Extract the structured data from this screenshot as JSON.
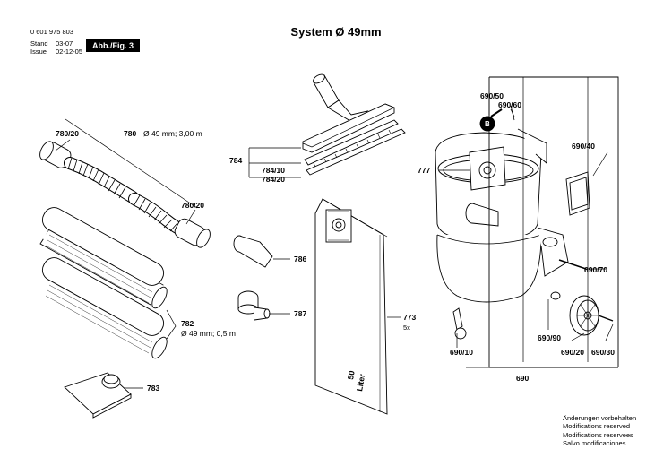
{
  "header": {
    "doc_number": "0 601 975 803",
    "stand_label": "Stand",
    "issue_label": "Issue",
    "stand_mark": "03-07",
    "date": "02-12-05",
    "figure": "Abb./Fig. 3"
  },
  "title": "System Ø 49mm",
  "parts": {
    "p780_20a": "780/20",
    "p780": "780",
    "p780_desc": "Ø 49 mm; 3,00 m",
    "p780_20b": "780/20",
    "p784": "784",
    "p784_10": "784/10",
    "p784_20": "784/20",
    "p786": "786",
    "p787": "787",
    "p782": "782",
    "p782_desc": "Ø 49 mm; 0,5 m",
    "p783": "783",
    "p773": "773",
    "p773_qty": "5x",
    "bag_text_1": "50",
    "bag_text_2": "Liter",
    "p777": "777",
    "pB": "B",
    "p690_50": "690/50",
    "p690_60": "690/60",
    "p690_40": "690/40",
    "p690_70": "690/70",
    "p690_90": "690/90",
    "p690_20": "690/20",
    "p690_30": "690/30",
    "p690_10": "690/10",
    "p690": "690"
  },
  "notes": [
    "Änderungen vorbehalten",
    "Modifications reserved",
    "Modifications reservees",
    "Salvo modificaciones"
  ]
}
